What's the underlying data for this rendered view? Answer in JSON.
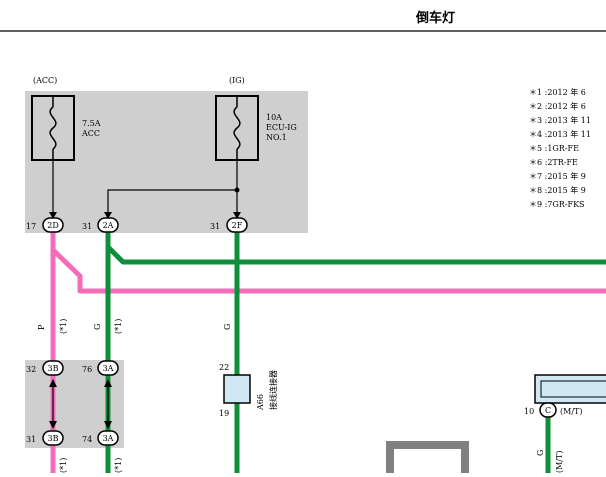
{
  "header": {
    "title": "倒车灯"
  },
  "fuses": [
    {
      "source": "(ACC)",
      "rating": "7.5A",
      "name_line1": "ACC",
      "name_line2": ""
    },
    {
      "source": "(IG)",
      "rating": "10A",
      "name_line1": "ECU-IG",
      "name_line2": "NO.1"
    }
  ],
  "connectors": {
    "c2D": {
      "pin": "17",
      "id": "2D"
    },
    "c2A": {
      "pin": "31",
      "id": "2A"
    },
    "c2F": {
      "pin": "31",
      "id": "2F"
    },
    "c3B_top": {
      "pin": "32",
      "id": "3B"
    },
    "c3A_top": {
      "pin": "76",
      "id": "3A"
    },
    "c3B_bot": {
      "pin": "31",
      "id": "3B"
    },
    "c3A_bot": {
      "pin": "74",
      "id": "3A"
    },
    "cC": {
      "pin": "10",
      "id": "C",
      "note": "(M/T)"
    }
  },
  "wires": {
    "pink_label": "P",
    "green_label_a": "G",
    "green_label_b": "G",
    "green_label_c": "G",
    "note_1": "(*1)",
    "note_2": "(*1)",
    "bottom_note_1": "(*1)",
    "bottom_note_2": "(*1)",
    "bottom_note_3": "(M/T)"
  },
  "junction": {
    "id": "A66",
    "name": "接线连接器",
    "pin_top": "22",
    "pin_bottom": "19"
  },
  "notes": [
    "＊1 :2012 年 6",
    "＊2 :2012 年 6",
    "＊3 :2013 年 11",
    "＊4 :2013 年 11",
    "＊5 :1GR-FE",
    "＊6 :2TR-FE",
    "＊7 :2015 年 9",
    "＊8 :2015 年 9",
    "＊9 :7GR-FKS"
  ],
  "colors": {
    "pink": "#f26cb8",
    "green": "#0f8f3a",
    "relay_box": "#cfcfcf",
    "junction_fill": "#cfe8f3"
  }
}
